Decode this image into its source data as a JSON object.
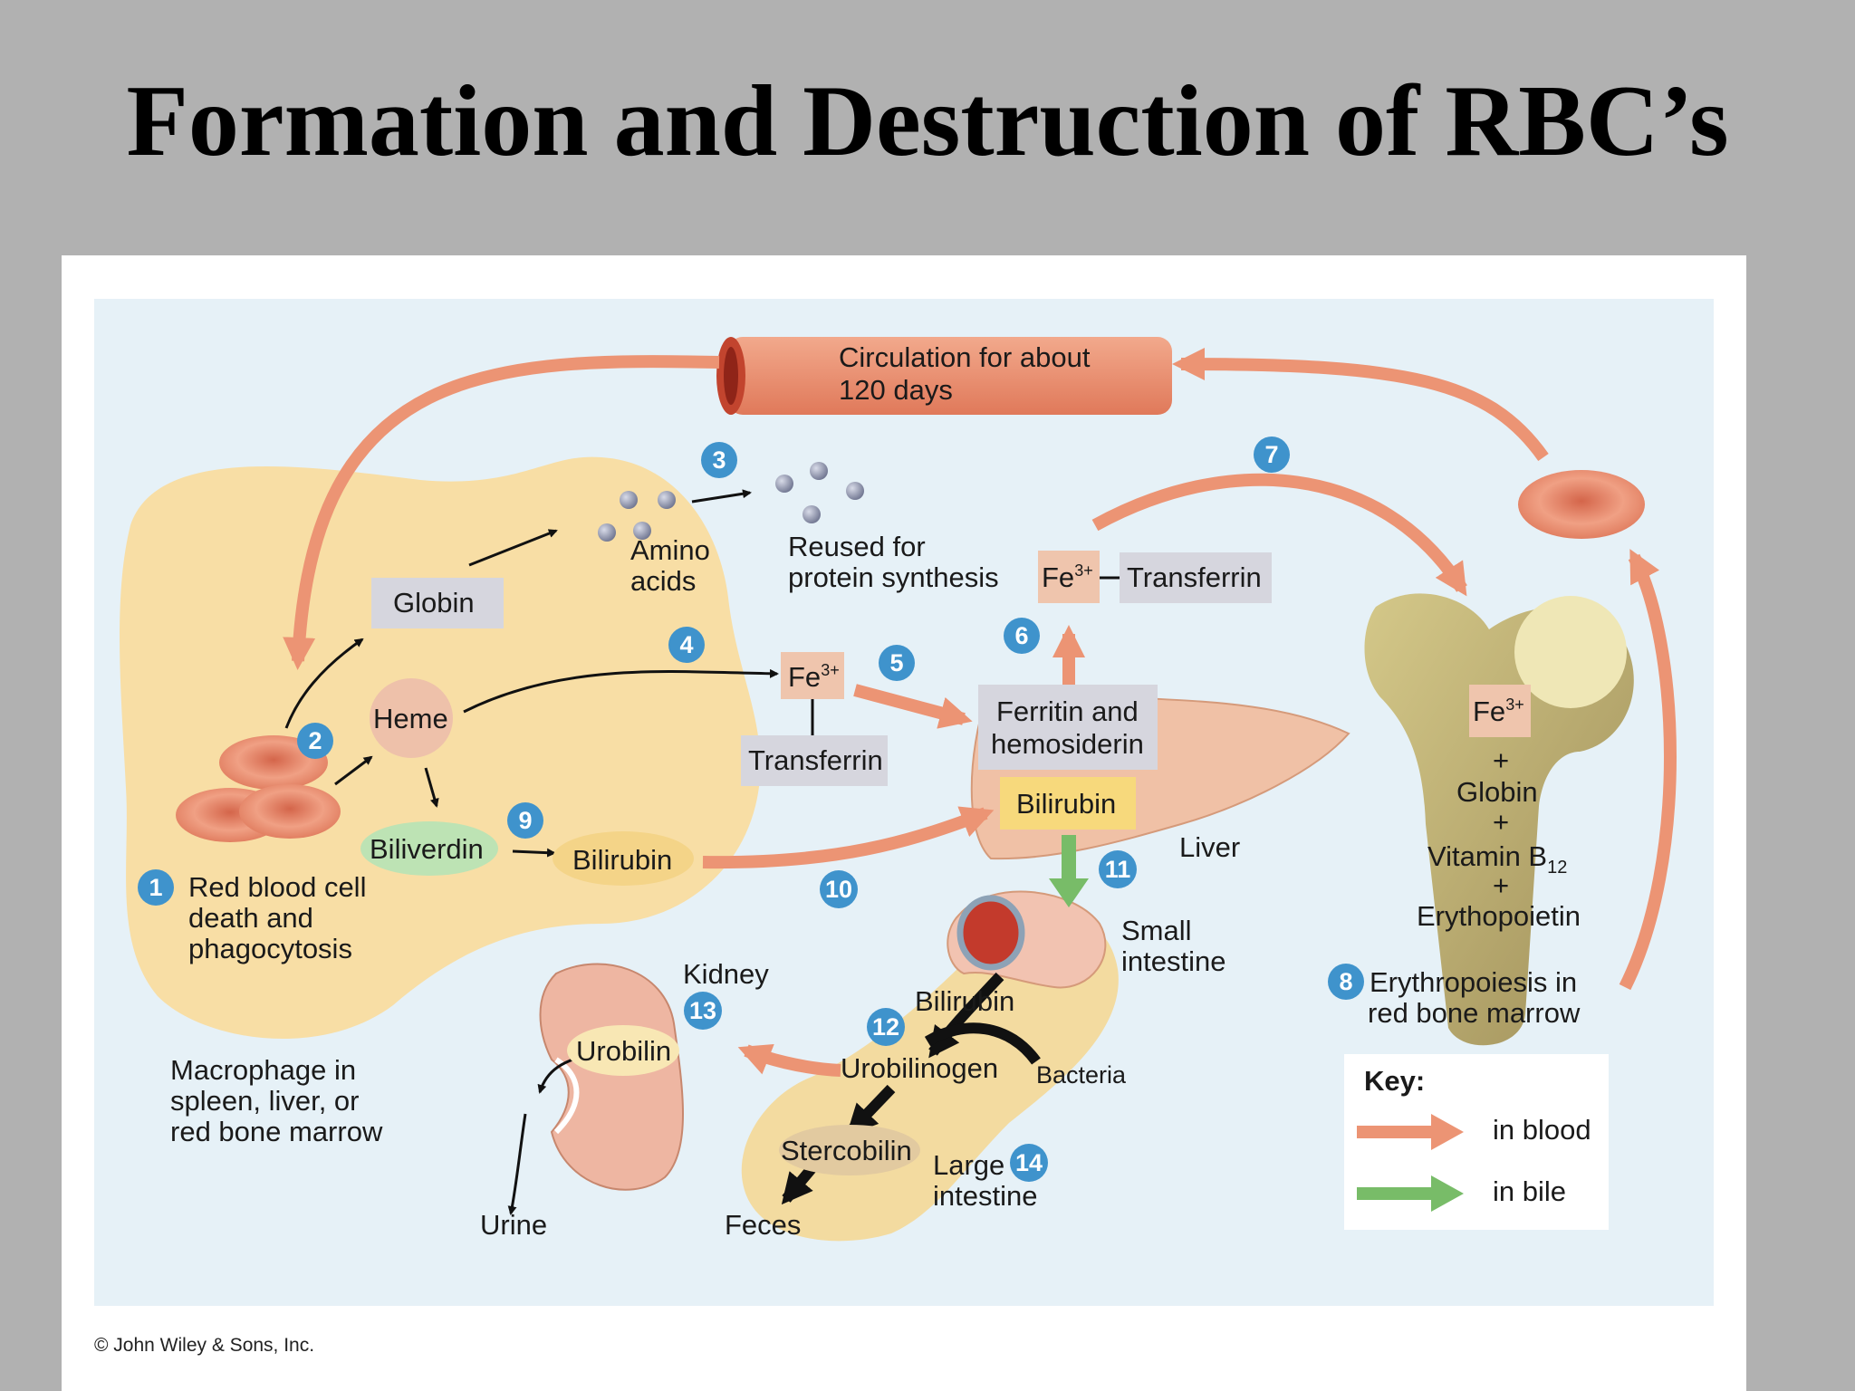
{
  "title": "Formation and Destruction of RBC’s",
  "copyright": "© John Wiley & Sons, Inc.",
  "colors": {
    "background": "#b1b1b1",
    "panel": "#ffffff",
    "diagram_bg": "#e6f1f7",
    "macrophage": "#f8dea5",
    "blood_arrow": "#ec9474",
    "bile_arrow": "#78bc68",
    "step_circle": "#3f93cc",
    "label_box": "#d6d6de",
    "iron_box": "#efc5ad"
  },
  "diagram": {
    "circulation": [
      "Circulation for about",
      "120 days"
    ],
    "globin": "Globin",
    "amino_acids": [
      "Amino",
      "acids"
    ],
    "reused": [
      "Reused for",
      "protein synthesis"
    ],
    "heme": "Heme",
    "fe3": "Fe",
    "fe_sup": "3+",
    "transferrin": "Transferrin",
    "ferritin": [
      "Ferritin and",
      "hemosiderin"
    ],
    "bilirubin": "Bilirubin",
    "biliverdin": "Biliverdin",
    "liver": "Liver",
    "small_intestine": [
      "Small",
      "intestine"
    ],
    "kidney": "Kidney",
    "urobilin": "Urobilin",
    "urobilinogen": "Urobilinogen",
    "bacteria": "Bacteria",
    "stercobilin": "Stercobilin",
    "large_intestine": [
      "Large",
      "intestine"
    ],
    "feces": "Feces",
    "urine": "Urine",
    "rbc_death": [
      "Red blood cell",
      "death and",
      "phagocytosis"
    ],
    "macrophage": [
      "Macrophage in",
      "spleen, liver, or",
      "red bone marrow"
    ],
    "marrow_items": {
      "plus": "+",
      "globin": "Globin",
      "vitamin": "Vitamin B",
      "vitamin_sub": "12",
      "epo": "Erythopoietin"
    },
    "erythropoiesis": [
      "Erythropoiesis in",
      "red bone marrow"
    ],
    "key": {
      "title": "Key:",
      "blood": "in blood",
      "bile": "in bile"
    },
    "steps": [
      "1",
      "2",
      "3",
      "4",
      "5",
      "6",
      "7",
      "8",
      "9",
      "10",
      "11",
      "12",
      "13",
      "14"
    ]
  }
}
